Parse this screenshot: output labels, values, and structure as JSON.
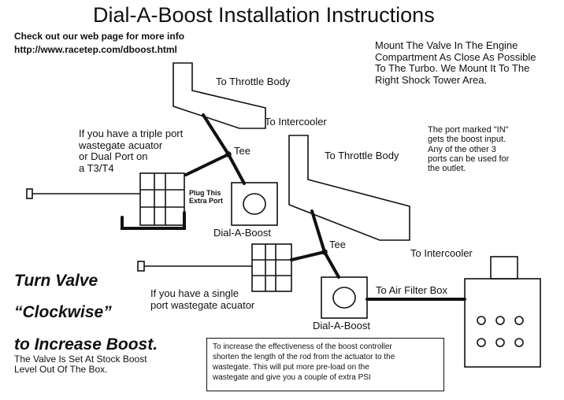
{
  "title": "Dial-A-Boost Installation Instructions",
  "web_note": {
    "line1": "Check out our web page for more info",
    "line2": "http://www.racetep.com/dboost.html"
  },
  "mount_note": [
    "Mount The Valve In The Engine",
    "Compartment As Close As Possible",
    "To The Turbo. We Mount It To The",
    "Right Shock Tower Area."
  ],
  "port_note": [
    "The port marked \"IN\"",
    "gets the boost input.",
    "Any of the other 3",
    "ports can be used for",
    "the outlet."
  ],
  "top_diagram": {
    "throttle_body": "To Throttle Body",
    "intercooler": "To Intercooler",
    "tee": "Tee",
    "triple_port": [
      "If you have a triple port",
      "wastegate acuator",
      "or Dual Port on",
      "a T3/T4"
    ],
    "plug_port": [
      "Plug This",
      "Extra Port"
    ],
    "dial_a_boost": "Dial-A-Boost"
  },
  "bottom_diagram": {
    "throttle_body": "To Throttle Body",
    "tee": "Tee",
    "intercooler": "To Intercooler",
    "single_port": [
      "If you have a single",
      "port wastegate acuator"
    ],
    "air_filter": "To Air Filter Box",
    "dial_a_boost": "Dial-A-Boost"
  },
  "turn_valve": {
    "line1": "Turn Valve",
    "line2": "“Clockwise”",
    "line3": "to Increase Boost."
  },
  "stock_note": [
    "The Valve Is Set At Stock Boost",
    "Level Out Of The Box."
  ],
  "tip_box": [
    "To increase the effectiveness of the boost controller",
    "shorten the length of the rod from the actuator to the",
    "wastegate. This will put more pre-load on the",
    "wastegate and give you a couple of extra PSI"
  ],
  "colors": {
    "ink": "#111111",
    "background": "#ffffff"
  },
  "icons": [
    "intake-pipe-icon",
    "wastegate-actuator-icon",
    "dial-a-boost-valve-icon",
    "tee-fitting-icon",
    "air-filter-box-icon"
  ]
}
